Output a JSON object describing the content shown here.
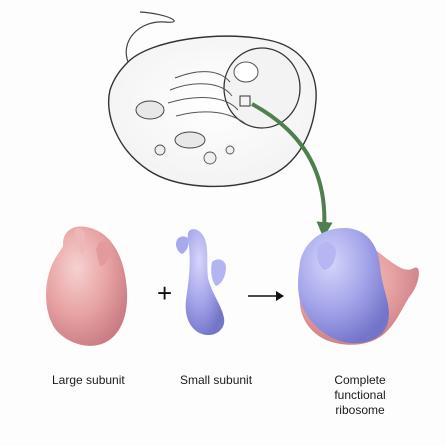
{
  "labels": {
    "large_subunit": "Large subunit",
    "small_subunit": "Small subunit",
    "complete_line1": "Complete",
    "complete_line2": "functional",
    "complete_line3": "ribosome"
  },
  "operators": {
    "plus": "+"
  },
  "colors": {
    "large_subunit": "#e8a0a0",
    "small_subunit": "#9f9fe6",
    "arrow": "#4f7f4f"
  }
}
